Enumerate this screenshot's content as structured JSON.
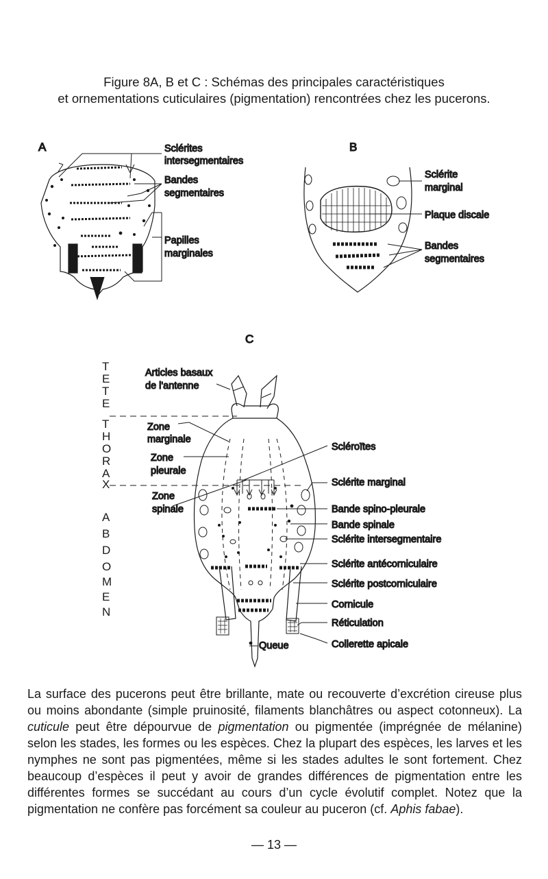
{
  "caption": {
    "line1": "Figure 8A, B et C : Schémas des principales caractéristiques",
    "line2": "et ornementations cuticulaires (pigmentation) rencontrées chez les pucerons."
  },
  "figA": {
    "letter": "A",
    "sclerites_l1": "Sclérites",
    "sclerites_l2": "intersegmentaires",
    "bandes_l1": "Bandes",
    "bandes_l2": "segmentaires",
    "papilles_l1": "Papilles",
    "papilles_l2": "marginales"
  },
  "figB": {
    "letter": "B",
    "sclerite_l1": "Sclérite",
    "sclerite_l2": "marginal",
    "plaque": "Plaque discale",
    "bandes_l1": "Bandes",
    "bandes_l2": "segmentaires"
  },
  "figC": {
    "letter": "C",
    "tete": [
      "T",
      "E",
      "T",
      "E"
    ],
    "thorax": [
      "T",
      "H",
      "O",
      "R",
      "A",
      "X"
    ],
    "abdomen": [
      "A",
      "B",
      "D",
      "O",
      "M",
      "E",
      "N"
    ],
    "articles_l1": "Articles basaux",
    "articles_l2": "de l'antenne",
    "zone_marg_l1": "Zone",
    "zone_marg_l2": "marginale",
    "zone_pleu_l1": "Zone",
    "zone_pleu_l2": "pleurale",
    "zone_spin_l1": "Zone",
    "zone_spin_l2": "spinale",
    "queue": "Queue",
    "right_labels": [
      "Scléroïtes",
      "Sclérite marginal",
      "Bande spino-pleurale",
      "Bande spinale",
      "Sclérite intersegmentaire",
      "Sclérite antécorniculaire",
      "Sclérite postcorniculaire",
      "Cornicule",
      "Réticulation",
      "Collerette apicale"
    ]
  },
  "paragraph": {
    "p1": "La surface des pucerons peut être brillante, mate ou recouverte d’excrétion cireuse plus ou moins abondante (simple pruinosité, filaments blanchâtres ou aspect cotonneux). La ",
    "term_cuticule": "cuticule",
    "p2": " peut être dépourvue de ",
    "term_pigmentation": "pigmentation",
    "p3": " ou pigmentée (imprégnée de mélanine) selon les stades, les formes ou les espèces. Chez la plupart des espèces, les larves et les nymphes ne sont pas pigmentées, même si les stades adultes le sont fortement. Chez beaucoup d’espèces il peut y avoir de grandes différences de pigmentation entre les différentes formes se succédant au cours d’un cycle évolutif complet. Notez que la pigmentation ne confère pas forcément sa couleur au puceron (cf. ",
    "term_aphis": "Aphis fabae",
    "p4": ")."
  },
  "page_number": "— 13 —"
}
